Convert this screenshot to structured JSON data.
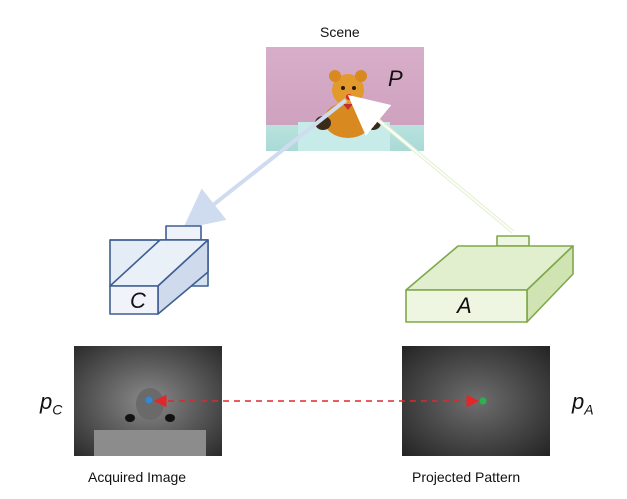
{
  "scene": {
    "title": "Scene",
    "point_label": "P"
  },
  "camera": {
    "label": "C",
    "color": "#3f5f93",
    "fill": "#e4ecf6"
  },
  "projector": {
    "label": "A",
    "color": "#7ea84a",
    "fill": "#e2efcf"
  },
  "acquired": {
    "caption": "Acquired Image",
    "point_label": "p",
    "subscript": "C",
    "dot_color": "#2f88d8"
  },
  "projected": {
    "caption": "Projected Pattern",
    "point_label": "p",
    "subscript": "A",
    "dot_color": "#2bb24c"
  },
  "colors": {
    "scene_point": "#e0282a",
    "correspondence": "#e0282a",
    "ray_camera": "#cfdcef",
    "ray_projector": "#e7f2d6"
  }
}
